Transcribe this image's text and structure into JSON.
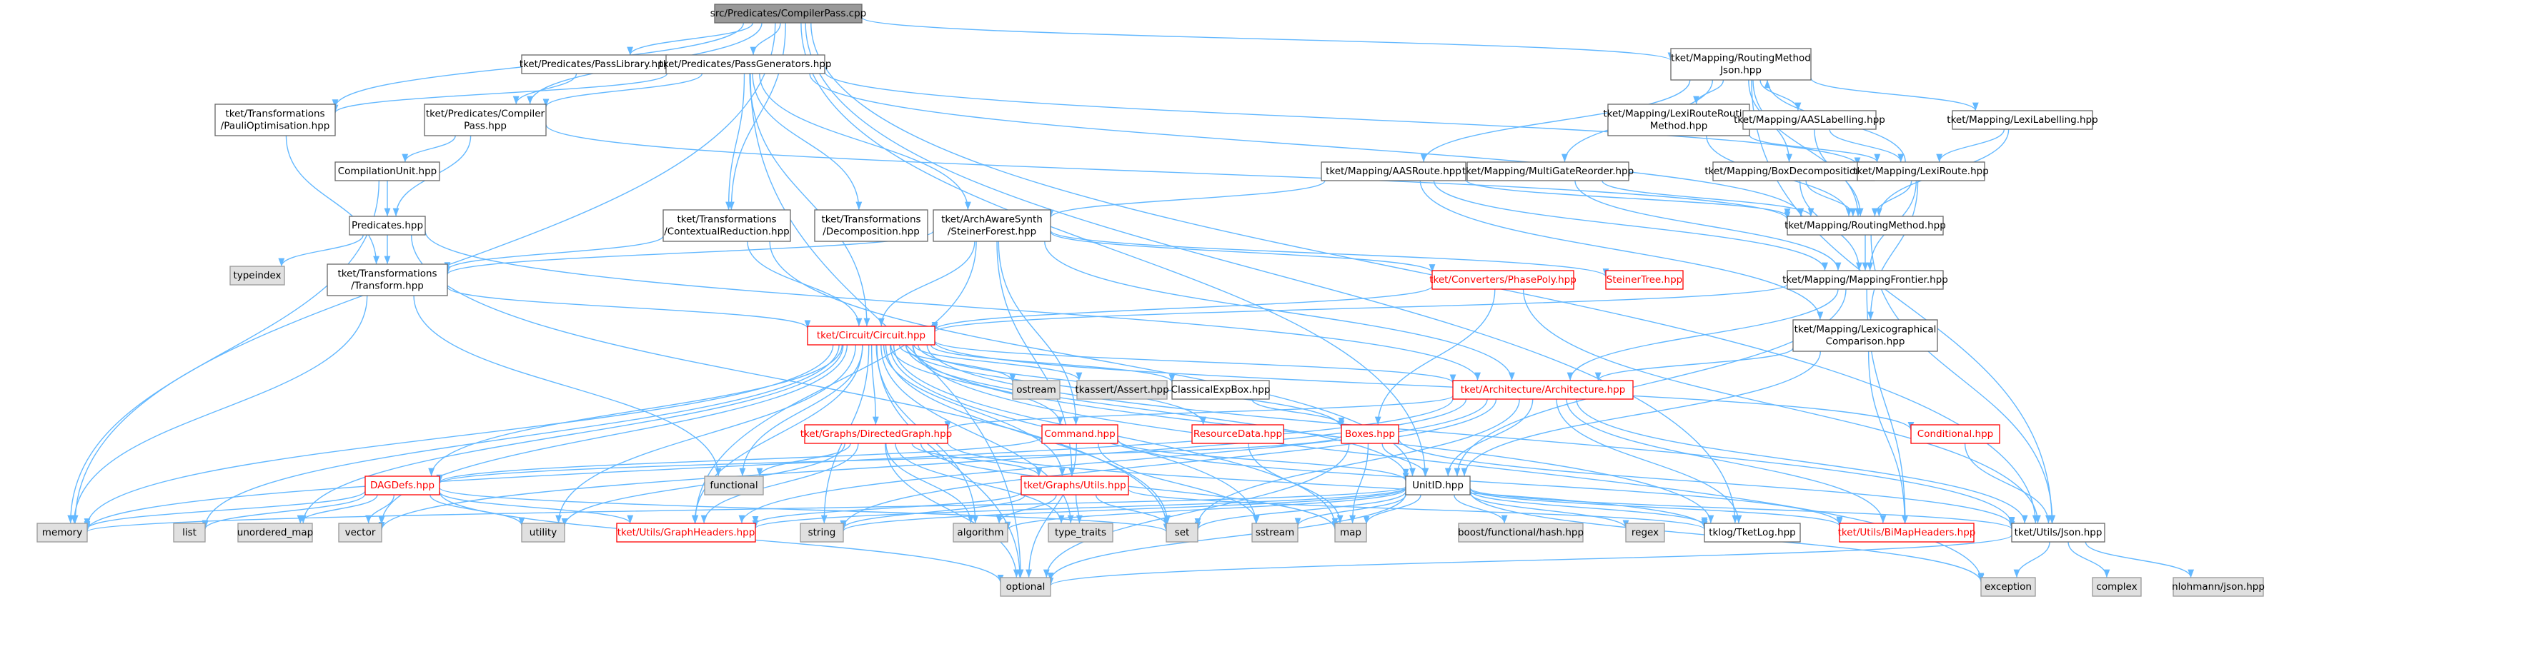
{
  "colors": {
    "root_fill": "#999999",
    "root_stroke": "#666666",
    "normal_fill": "#ffffff",
    "normal_stroke": "#666666",
    "ext_fill": "#e0e0e0",
    "ext_stroke": "#999999",
    "red_stroke": "#ff0000",
    "text": "#000000",
    "red_text": "#ff0000",
    "edge": "#63b8ff"
  },
  "nodes": [
    {
      "id": "root",
      "lines": [
        "src/Predicates/CompilerPass.cpp"
      ],
      "style": "root"
    },
    {
      "id": "passlib",
      "lines": [
        "tket/Predicates/PassLibrary.hpp"
      ],
      "style": "normal"
    },
    {
      "id": "passgen",
      "lines": [
        "tket/Predicates/PassGenerators.hpp"
      ],
      "style": "normal"
    },
    {
      "id": "routjson",
      "lines": [
        "tket/Mapping/RoutingMethod",
        "Json.hpp"
      ],
      "style": "normal"
    },
    {
      "id": "pauliopt",
      "lines": [
        "tket/Transformations",
        "/PauliOptimisation.hpp"
      ],
      "style": "normal"
    },
    {
      "id": "comppass",
      "lines": [
        "tket/Predicates/Compiler",
        "Pass.hpp"
      ],
      "style": "normal"
    },
    {
      "id": "compunit",
      "lines": [
        "CompilationUnit.hpp"
      ],
      "style": "normal"
    },
    {
      "id": "predicates",
      "lines": [
        "Predicates.hpp"
      ],
      "style": "normal"
    },
    {
      "id": "typeindex",
      "lines": [
        "typeindex"
      ],
      "style": "ext"
    },
    {
      "id": "transform",
      "lines": [
        "tket/Transformations",
        "/Transform.hpp"
      ],
      "style": "normal"
    },
    {
      "id": "ctxred",
      "lines": [
        "tket/Transformations",
        "/ContextualReduction.hpp"
      ],
      "style": "normal"
    },
    {
      "id": "decomp",
      "lines": [
        "tket/Transformations",
        "/Decomposition.hpp"
      ],
      "style": "normal"
    },
    {
      "id": "steiner",
      "lines": [
        "tket/ArchAwareSynth",
        "/SteinerForest.hpp"
      ],
      "style": "normal"
    },
    {
      "id": "aasroute",
      "lines": [
        "tket/Mapping/AASRoute.hpp"
      ],
      "style": "normal"
    },
    {
      "id": "lexirr",
      "lines": [
        "tket/Mapping/LexiRouteRouting",
        "Method.hpp"
      ],
      "style": "normal"
    },
    {
      "id": "aaslab",
      "lines": [
        "tket/Mapping/AASLabelling.hpp"
      ],
      "style": "normal"
    },
    {
      "id": "lexilab",
      "lines": [
        "tket/Mapping/LexiLabelling.hpp"
      ],
      "style": "normal"
    },
    {
      "id": "multigate",
      "lines": [
        "tket/Mapping/MultiGateReorder.hpp"
      ],
      "style": "normal"
    },
    {
      "id": "boxdecomp",
      "lines": [
        "tket/Mapping/BoxDecomposition.hpp"
      ],
      "style": "normal"
    },
    {
      "id": "lexiroute",
      "lines": [
        "tket/Mapping/LexiRoute.hpp"
      ],
      "style": "normal"
    },
    {
      "id": "routmeth",
      "lines": [
        "tket/Mapping/RoutingMethod.hpp"
      ],
      "style": "normal"
    },
    {
      "id": "mapfront",
      "lines": [
        "tket/Mapping/MappingFrontier.hpp"
      ],
      "style": "normal"
    },
    {
      "id": "lexicomp",
      "lines": [
        "tket/Mapping/Lexicographical",
        "Comparison.hpp"
      ],
      "style": "normal"
    },
    {
      "id": "phasepoly",
      "lines": [
        "tket/Converters/PhasePoly.hpp"
      ],
      "style": "red"
    },
    {
      "id": "steinertree",
      "lines": [
        "SteinerTree.hpp"
      ],
      "style": "red"
    },
    {
      "id": "circuit",
      "lines": [
        "tket/Circuit/Circuit.hpp"
      ],
      "style": "red"
    },
    {
      "id": "ostream",
      "lines": [
        "ostream"
      ],
      "style": "ext"
    },
    {
      "id": "tkassert",
      "lines": [
        "tkassert/Assert.hpp"
      ],
      "style": "ext"
    },
    {
      "id": "classexp",
      "lines": [
        "ClassicalExpBox.hpp"
      ],
      "style": "normal"
    },
    {
      "id": "arch",
      "lines": [
        "tket/Architecture/Architecture.hpp"
      ],
      "style": "red"
    },
    {
      "id": "conditional",
      "lines": [
        "Conditional.hpp"
      ],
      "style": "red"
    },
    {
      "id": "dirgraph",
      "lines": [
        "tket/Graphs/DirectedGraph.hpp"
      ],
      "style": "red"
    },
    {
      "id": "command",
      "lines": [
        "Command.hpp"
      ],
      "style": "red"
    },
    {
      "id": "resdata",
      "lines": [
        "ResourceData.hpp"
      ],
      "style": "red"
    },
    {
      "id": "boxes",
      "lines": [
        "Boxes.hpp"
      ],
      "style": "red"
    },
    {
      "id": "functional",
      "lines": [
        "functional"
      ],
      "style": "ext"
    },
    {
      "id": "dagdefs",
      "lines": [
        "DAGDefs.hpp"
      ],
      "style": "red"
    },
    {
      "id": "graphutils",
      "lines": [
        "tket/Graphs/Utils.hpp"
      ],
      "style": "red"
    },
    {
      "id": "unitid",
      "lines": [
        "UnitID.hpp"
      ],
      "style": "normal"
    },
    {
      "id": "memory",
      "lines": [
        "memory"
      ],
      "style": "ext"
    },
    {
      "id": "list",
      "lines": [
        "list"
      ],
      "style": "ext"
    },
    {
      "id": "unordered_map",
      "lines": [
        "unordered_map"
      ],
      "style": "ext"
    },
    {
      "id": "vector",
      "lines": [
        "vector"
      ],
      "style": "ext"
    },
    {
      "id": "utility",
      "lines": [
        "utility"
      ],
      "style": "ext"
    },
    {
      "id": "graphheaders",
      "lines": [
        "tket/Utils/GraphHeaders.hpp"
      ],
      "style": "red"
    },
    {
      "id": "string",
      "lines": [
        "string"
      ],
      "style": "ext"
    },
    {
      "id": "algorithm",
      "lines": [
        "algorithm"
      ],
      "style": "ext"
    },
    {
      "id": "type_traits",
      "lines": [
        "type_traits"
      ],
      "style": "ext"
    },
    {
      "id": "set",
      "lines": [
        "set"
      ],
      "style": "ext"
    },
    {
      "id": "sstream",
      "lines": [
        "sstream"
      ],
      "style": "ext"
    },
    {
      "id": "map",
      "lines": [
        "map"
      ],
      "style": "ext"
    },
    {
      "id": "boosthash",
      "lines": [
        "boost/functional/hash.hpp"
      ],
      "style": "ext"
    },
    {
      "id": "regex",
      "lines": [
        "regex"
      ],
      "style": "ext"
    },
    {
      "id": "tklog",
      "lines": [
        "tklog/TketLog.hpp"
      ],
      "style": "normal"
    },
    {
      "id": "bimap",
      "lines": [
        "tket/Utils/BiMapHeaders.hpp"
      ],
      "style": "red"
    },
    {
      "id": "json",
      "lines": [
        "tket/Utils/Json.hpp"
      ],
      "style": "normal"
    },
    {
      "id": "optional",
      "lines": [
        "optional"
      ],
      "style": "ext"
    },
    {
      "id": "exception",
      "lines": [
        "exception"
      ],
      "style": "ext"
    },
    {
      "id": "complex",
      "lines": [
        "complex"
      ],
      "style": "ext"
    },
    {
      "id": "nlohmann",
      "lines": [
        "nlohmann/json.hpp"
      ],
      "style": "ext"
    }
  ],
  "edges": [
    [
      "root",
      "passlib"
    ],
    [
      "root",
      "passgen"
    ],
    [
      "root",
      "routjson"
    ],
    [
      "root",
      "pauliopt"
    ],
    [
      "root",
      "comppass"
    ],
    [
      "root",
      "ctxred"
    ],
    [
      "root",
      "memory"
    ],
    [
      "root",
      "unitid"
    ],
    [
      "root",
      "tklog"
    ],
    [
      "root",
      "json"
    ],
    [
      "passlib",
      "comppass"
    ],
    [
      "passgen",
      "pauliopt"
    ],
    [
      "passgen",
      "comppass"
    ],
    [
      "passgen",
      "ctxred"
    ],
    [
      "passgen",
      "decomp"
    ],
    [
      "passgen",
      "steiner"
    ],
    [
      "passgen",
      "circuit"
    ],
    [
      "passgen",
      "routmeth"
    ],
    [
      "passgen",
      "lexiroute"
    ],
    [
      "passgen",
      "optional"
    ],
    [
      "routjson",
      "aasroute"
    ],
    [
      "routjson",
      "lexirr"
    ],
    [
      "routjson",
      "aaslab"
    ],
    [
      "routjson",
      "lexilab"
    ],
    [
      "routjson",
      "multigate"
    ],
    [
      "routjson",
      "boxdecomp"
    ],
    [
      "routjson",
      "routmeth"
    ],
    [
      "routjson",
      "json"
    ],
    [
      "pauliopt",
      "transform"
    ],
    [
      "comppass",
      "compunit"
    ],
    [
      "comppass",
      "predicates"
    ],
    [
      "comppass",
      "routmeth"
    ],
    [
      "compunit",
      "predicates"
    ],
    [
      "compunit",
      "memory"
    ],
    [
      "predicates",
      "typeindex"
    ],
    [
      "predicates",
      "transform"
    ],
    [
      "predicates",
      "arch"
    ],
    [
      "predicates",
      "set"
    ],
    [
      "transform",
      "circuit"
    ],
    [
      "transform",
      "functional"
    ],
    [
      "transform",
      "memory"
    ],
    [
      "ctxred",
      "transform"
    ],
    [
      "ctxred",
      "circuit"
    ],
    [
      "ctxred",
      "unitid"
    ],
    [
      "steiner",
      "circuit"
    ],
    [
      "steiner",
      "phasepoly"
    ],
    [
      "steiner",
      "steinertree"
    ],
    [
      "steiner",
      "arch"
    ],
    [
      "steiner",
      "transform"
    ],
    [
      "steiner",
      "graphheaders"
    ],
    [
      "steiner",
      "graphutils"
    ],
    [
      "steiner",
      "command"
    ],
    [
      "aasroute",
      "steiner"
    ],
    [
      "aasroute",
      "routmeth"
    ],
    [
      "aasroute",
      "mapfront"
    ],
    [
      "aasroute",
      "lexicomp"
    ],
    [
      "lexirr",
      "lexiroute"
    ],
    [
      "lexirr",
      "routmeth"
    ],
    [
      "aaslab",
      "routmeth"
    ],
    [
      "aaslab",
      "lexiroute"
    ],
    [
      "lexilab",
      "lexiroute"
    ],
    [
      "lexilab",
      "routmeth"
    ],
    [
      "multigate",
      "routmeth"
    ],
    [
      "multigate",
      "mapfront"
    ],
    [
      "boxdecomp",
      "routmeth"
    ],
    [
      "boxdecomp",
      "mapfront"
    ],
    [
      "lexiroute",
      "routmeth"
    ],
    [
      "lexiroute",
      "mapfront"
    ],
    [
      "lexiroute",
      "lexicomp"
    ],
    [
      "lexiroute",
      "routjson"
    ],
    [
      "routmeth",
      "mapfront"
    ],
    [
      "routmeth",
      "json"
    ],
    [
      "mapfront",
      "circuit"
    ],
    [
      "mapfront",
      "arch"
    ],
    [
      "mapfront",
      "unitid"
    ],
    [
      "mapfront",
      "bimap"
    ],
    [
      "lexicomp",
      "arch"
    ],
    [
      "lexicomp",
      "unitid"
    ],
    [
      "lexicomp",
      "bimap"
    ],
    [
      "phasepoly",
      "circuit"
    ],
    [
      "phasepoly",
      "boxes"
    ],
    [
      "phasepoly",
      "json"
    ],
    [
      "circuit",
      "ostream"
    ],
    [
      "circuit",
      "tkassert"
    ],
    [
      "circuit",
      "classexp"
    ],
    [
      "circuit",
      "arch"
    ],
    [
      "circuit",
      "conditional"
    ],
    [
      "circuit",
      "dirgraph"
    ],
    [
      "circuit",
      "command"
    ],
    [
      "circuit",
      "resdata"
    ],
    [
      "circuit",
      "boxes"
    ],
    [
      "circuit",
      "functional"
    ],
    [
      "circuit",
      "dagdefs"
    ],
    [
      "circuit",
      "graphutils"
    ],
    [
      "circuit",
      "unitid"
    ],
    [
      "circuit",
      "memory"
    ],
    [
      "circuit",
      "list"
    ],
    [
      "circuit",
      "unordered_map"
    ],
    [
      "circuit",
      "vector"
    ],
    [
      "circuit",
      "utility"
    ],
    [
      "circuit",
      "graphheaders"
    ],
    [
      "circuit",
      "string"
    ],
    [
      "circuit",
      "algorithm"
    ],
    [
      "circuit",
      "type_traits"
    ],
    [
      "circuit",
      "set"
    ],
    [
      "circuit",
      "sstream"
    ],
    [
      "circuit",
      "map"
    ],
    [
      "circuit",
      "tklog"
    ],
    [
      "circuit",
      "json"
    ],
    [
      "circuit",
      "optional"
    ],
    [
      "circuit",
      "exception"
    ],
    [
      "classexp",
      "boxes"
    ],
    [
      "arch",
      "dirgraph"
    ],
    [
      "arch",
      "unitid"
    ],
    [
      "arch",
      "graphheaders"
    ],
    [
      "arch",
      "bimap"
    ],
    [
      "arch",
      "json"
    ],
    [
      "arch",
      "tklog"
    ],
    [
      "arch",
      "vector"
    ],
    [
      "arch",
      "set"
    ],
    [
      "arch",
      "memory"
    ],
    [
      "arch",
      "string"
    ],
    [
      "conditional",
      "json"
    ],
    [
      "dirgraph",
      "functional"
    ],
    [
      "dirgraph",
      "graphutils"
    ],
    [
      "dirgraph",
      "graphheaders"
    ],
    [
      "dirgraph",
      "utility"
    ],
    [
      "dirgraph",
      "algorithm"
    ],
    [
      "dirgraph",
      "type_traits"
    ],
    [
      "dirgraph",
      "optional"
    ],
    [
      "dirgraph",
      "map"
    ],
    [
      "dirgraph",
      "tklog"
    ],
    [
      "command",
      "unitid"
    ],
    [
      "command",
      "dagdefs"
    ],
    [
      "command",
      "sstream"
    ],
    [
      "command",
      "optional"
    ],
    [
      "command",
      "bimap"
    ],
    [
      "resdata",
      "map"
    ],
    [
      "boxes",
      "unitid"
    ],
    [
      "boxes",
      "dagdefs"
    ],
    [
      "boxes",
      "json"
    ],
    [
      "boxes",
      "optional"
    ],
    [
      "boxes",
      "map"
    ],
    [
      "dagdefs",
      "list"
    ],
    [
      "dagdefs",
      "memory"
    ],
    [
      "dagdefs",
      "unordered_map"
    ],
    [
      "dagdefs",
      "vector"
    ],
    [
      "dagdefs",
      "utility"
    ],
    [
      "dagdefs",
      "graphheaders"
    ],
    [
      "dagdefs",
      "optional"
    ],
    [
      "dagdefs",
      "set"
    ],
    [
      "graphutils",
      "graphheaders"
    ],
    [
      "graphutils",
      "string"
    ],
    [
      "graphutils",
      "algorithm"
    ],
    [
      "graphutils",
      "type_traits"
    ],
    [
      "graphutils",
      "set"
    ],
    [
      "graphutils",
      "tklog"
    ],
    [
      "unitid",
      "boosthash"
    ],
    [
      "unitid",
      "regex"
    ],
    [
      "unitid",
      "tklog"
    ],
    [
      "unitid",
      "bimap"
    ],
    [
      "unitid",
      "json"
    ],
    [
      "unitid",
      "memory"
    ],
    [
      "unitid",
      "string"
    ],
    [
      "unitid",
      "set"
    ],
    [
      "unitid",
      "sstream"
    ],
    [
      "unitid",
      "map"
    ],
    [
      "unitid",
      "optional"
    ],
    [
      "unitid",
      "exception"
    ],
    [
      "unitid",
      "graphheaders"
    ],
    [
      "unitid",
      "algorithm"
    ],
    [
      "json",
      "optional"
    ],
    [
      "json",
      "exception"
    ],
    [
      "json",
      "complex"
    ],
    [
      "json",
      "nlohmann"
    ]
  ]
}
